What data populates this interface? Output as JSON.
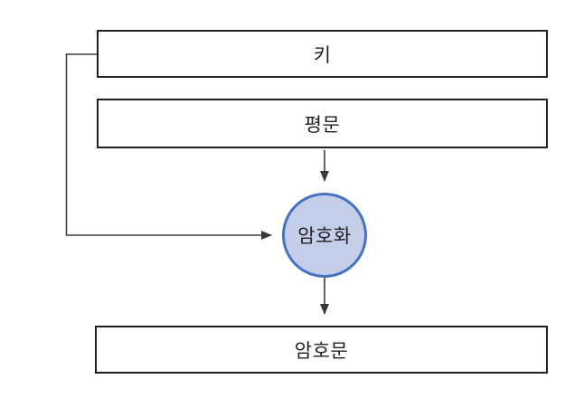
{
  "diagram": {
    "description": "Encryption process flow diagram",
    "nodes": {
      "key": {
        "label": "키",
        "shape": "rectangle"
      },
      "plaintext": {
        "label": "평문",
        "shape": "rectangle"
      },
      "encryption": {
        "label": "암호화",
        "shape": "circle"
      },
      "ciphertext": {
        "label": "암호문",
        "shape": "rectangle"
      }
    },
    "edges": [
      {
        "from": "키",
        "to": "암호화",
        "style": "arrow"
      },
      {
        "from": "평문",
        "to": "암호화",
        "style": "arrow"
      },
      {
        "from": "암호화",
        "to": "암호문",
        "style": "arrow"
      }
    ],
    "colors": {
      "background": "#ffffff",
      "box_border": "#231f20",
      "box_fill": "#ffffff",
      "circle_fill": "#c4cee9",
      "circle_border": "#4573c4",
      "arrow_line": "#413d3e",
      "text": "#231f20"
    }
  }
}
